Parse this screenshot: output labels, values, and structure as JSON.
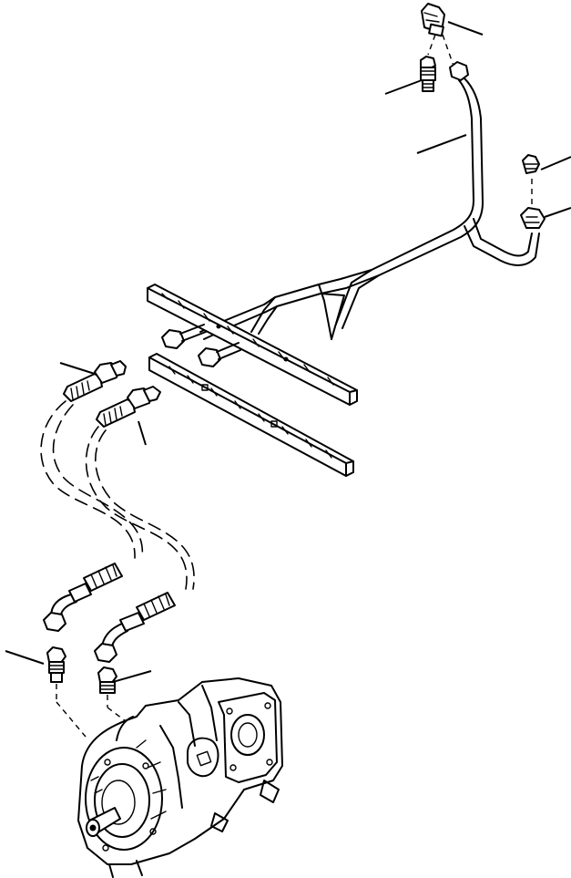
{
  "diagram": {
    "colors": {
      "line": "#000000",
      "background": "#ffffff"
    },
    "parts": [
      {
        "name": "elbow-fitting-top",
        "icon": "elbow-fitting-icon"
      },
      {
        "name": "connector-top",
        "icon": "connector-icon"
      },
      {
        "name": "steel-tube",
        "icon": "tube-icon"
      },
      {
        "name": "connector-right",
        "icon": "connector-icon"
      },
      {
        "name": "nut-right",
        "icon": "nut-icon"
      },
      {
        "name": "clamp-upper",
        "icon": "clamp-bar-icon"
      },
      {
        "name": "clamp-lower",
        "icon": "clamp-bar-icon"
      },
      {
        "name": "bulkhead-fitting-left",
        "icon": "bulkhead-fitting-icon"
      },
      {
        "name": "bulkhead-fitting-right",
        "icon": "bulkhead-fitting-icon"
      },
      {
        "name": "hose-left",
        "icon": "hose-icon"
      },
      {
        "name": "hose-right",
        "icon": "hose-icon"
      },
      {
        "name": "connector-pump-left",
        "icon": "connector-icon"
      },
      {
        "name": "connector-pump-right",
        "icon": "connector-icon"
      },
      {
        "name": "hydraulic-pump",
        "icon": "pump-icon"
      }
    ]
  }
}
